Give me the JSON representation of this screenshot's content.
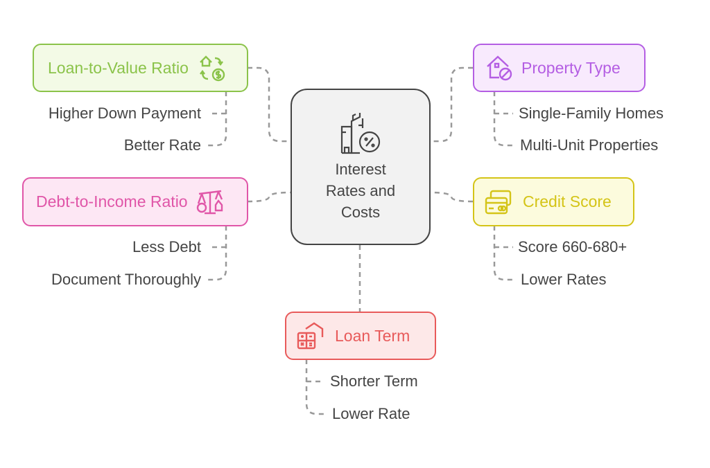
{
  "center": {
    "title": "Interest Rates and Costs",
    "icon": "building-percent-icon"
  },
  "nodes": {
    "ltv": {
      "label": "Loan-to-Value Ratio",
      "icon": "house-exchange-dollar-icon",
      "color": "#8bc34a",
      "fill": "#f3fae6",
      "items": [
        "Higher Down Payment",
        "Better Rate"
      ]
    },
    "dti": {
      "label": "Debt-to-Income Ratio",
      "icon": "balance-scale-icon",
      "color": "#e056a8",
      "fill": "#fde7f4",
      "items": [
        "Less Debt",
        "Document Thoroughly"
      ]
    },
    "property": {
      "label": "Property Type",
      "icon": "house-blocked-icon",
      "color": "#b45ee3",
      "fill": "#f8eafd",
      "items": [
        "Single-Family Homes",
        "Multi-Unit Properties"
      ]
    },
    "credit": {
      "label": "Credit Score",
      "icon": "credit-cards-icon",
      "color": "#d4c417",
      "fill": "#fcfbdd",
      "items": [
        "Score 660-680+",
        "Lower Rates"
      ]
    },
    "term": {
      "label": "Loan Term",
      "icon": "calculator-house-icon",
      "color": "#e85a5a",
      "fill": "#fde8e8",
      "items": [
        "Shorter Term",
        "Lower Rate"
      ]
    }
  }
}
